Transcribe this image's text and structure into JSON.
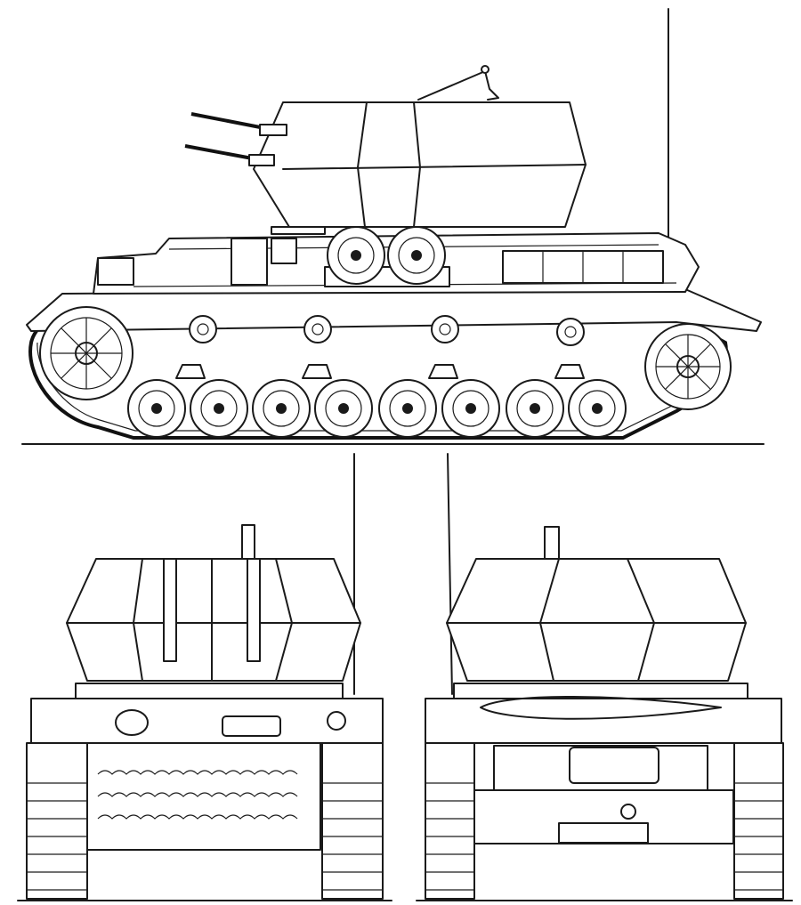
{
  "diagram": {
    "views": [
      "side-view",
      "front-view",
      "rear-view"
    ],
    "colors": {
      "ink": "#1a1a1a",
      "paper": "#ffffff"
    }
  }
}
